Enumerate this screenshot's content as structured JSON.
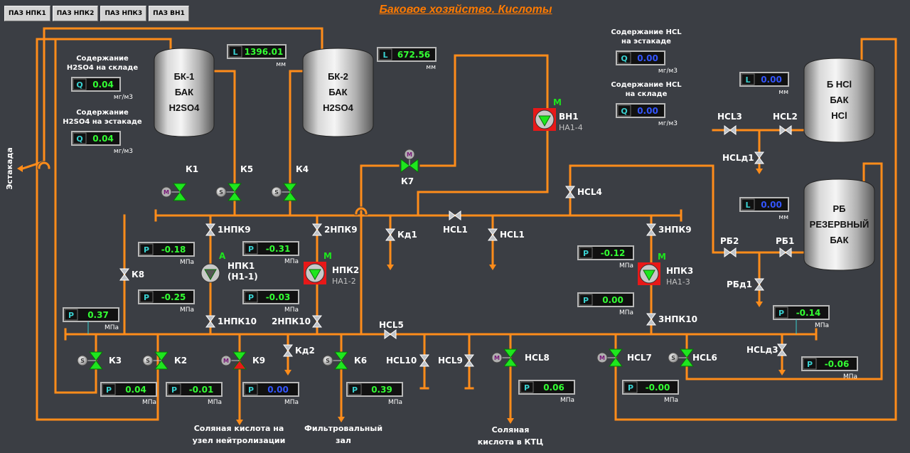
{
  "tabs": [
    "ПАЗ НПК1",
    "ПАЗ НПК2",
    "ПАЗ НПК3",
    "ПАЗ ВН1"
  ],
  "title": "Баковое хозяйство. Кислоты",
  "colors": {
    "pipe": "#ff8c1a",
    "background": "#3b3e44",
    "valve_open": "#1ee61e",
    "valve_closed": "#e81818",
    "valve_idle": "#bfc3c8",
    "pump_alarm": "#e81818",
    "value_green": "#33ff33",
    "value_blue": "#3355ff"
  },
  "tanks": [
    {
      "id": "bk1",
      "lines": [
        "БК-1",
        "БАК",
        "H2SO4"
      ]
    },
    {
      "id": "bk2",
      "lines": [
        "БК-2",
        "БАК",
        "H2SO4"
      ]
    },
    {
      "id": "bhcl",
      "lines": [
        "Б НСl",
        "БАК",
        "НСl"
      ]
    },
    {
      "id": "rb",
      "lines": [
        "РБ",
        "РЕЗЕРВНЫЙ",
        "БАК"
      ]
    }
  ],
  "level_indicators": [
    {
      "id": "lvl_bk1",
      "tag": "L",
      "value": "1396.01",
      "unit": "мм",
      "color": "green"
    },
    {
      "id": "lvl_bk2",
      "tag": "L",
      "value": "672.56",
      "unit": "мм",
      "color": "green"
    },
    {
      "id": "lvl_bhcl",
      "tag": "L",
      "value": "0.00",
      "unit": "мм",
      "color": "blue"
    },
    {
      "id": "lvl_rb",
      "tag": "L",
      "value": "0.00",
      "unit": "мм",
      "color": "blue"
    }
  ],
  "quality_indicators": [
    {
      "id": "q_h2so4_sklad",
      "label": [
        "Содержание",
        "H2SO4 на складе"
      ],
      "tag": "Q",
      "value": "0.04",
      "unit": "мг/м3",
      "color": "green"
    },
    {
      "id": "q_h2so4_estakada",
      "label": [
        "Содержание",
        "H2SO4 на эстакаде"
      ],
      "tag": "Q",
      "value": "0.04",
      "unit": "мг/м3",
      "color": "green"
    },
    {
      "id": "q_hcl_estakada",
      "label": [
        "Содержание HCL",
        "на эстакаде"
      ],
      "tag": "Q",
      "value": "0.00",
      "unit": "мг/м3",
      "color": "blue"
    },
    {
      "id": "q_hcl_sklad",
      "label": [
        "Содержание HCL",
        "на складе"
      ],
      "tag": "Q",
      "value": "0.00",
      "unit": "мг/м3",
      "color": "blue"
    }
  ],
  "pressure_indicators": [
    {
      "id": "p_npk1_in",
      "tag": "P",
      "value": "-0.18",
      "unit": "МПа",
      "color": "green"
    },
    {
      "id": "p_npk1_out",
      "tag": "P",
      "value": "-0.25",
      "unit": "МПа",
      "color": "green"
    },
    {
      "id": "p_npk2_in",
      "tag": "P",
      "value": "-0.31",
      "unit": "МПа",
      "color": "green"
    },
    {
      "id": "p_npk2_out",
      "tag": "P",
      "value": "-0.03",
      "unit": "МПа",
      "color": "green"
    },
    {
      "id": "p_npk3_in",
      "tag": "P",
      "value": "-0.12",
      "unit": "МПа",
      "color": "green"
    },
    {
      "id": "p_npk3_out",
      "tag": "P",
      "value": "0.00",
      "unit": "МПа",
      "color": "green"
    },
    {
      "id": "p_header",
      "tag": "P",
      "value": "0.37",
      "unit": "МПа",
      "color": "green"
    },
    {
      "id": "p_k3",
      "tag": "P",
      "value": "0.04",
      "unit": "МПа",
      "color": "green"
    },
    {
      "id": "p_k2",
      "tag": "P",
      "value": "-0.01",
      "unit": "МПа",
      "color": "green"
    },
    {
      "id": "p_k9",
      "tag": "P",
      "value": "0.00",
      "unit": "МПа",
      "color": "blue"
    },
    {
      "id": "p_k6",
      "tag": "P",
      "value": "0.39",
      "unit": "МПа",
      "color": "green"
    },
    {
      "id": "p_hcl8",
      "tag": "P",
      "value": "0.06",
      "unit": "МПа",
      "color": "green"
    },
    {
      "id": "p_hcl7",
      "tag": "P",
      "value": "-0.00",
      "unit": "МПа",
      "color": "green"
    },
    {
      "id": "p_hcl_right",
      "tag": "P",
      "value": "-0.14",
      "unit": "МПа",
      "color": "green"
    },
    {
      "id": "p_hcl6",
      "tag": "P",
      "value": "-0.06",
      "unit": "МПа",
      "color": "green"
    }
  ],
  "valves": [
    {
      "id": "k1",
      "label": "К1",
      "state": "open",
      "actuator": "M"
    },
    {
      "id": "k5",
      "label": "К5",
      "state": "open",
      "actuator": "S"
    },
    {
      "id": "k4",
      "label": "К4",
      "state": "open",
      "actuator": "S"
    },
    {
      "id": "k7",
      "label": "К7",
      "state": "open",
      "actuator": "M"
    },
    {
      "id": "k8",
      "label": "К8",
      "state": "idle",
      "actuator": ""
    },
    {
      "id": "k3",
      "label": "К3",
      "state": "open",
      "actuator": "S"
    },
    {
      "id": "k2",
      "label": "К2",
      "state": "open",
      "actuator": "S"
    },
    {
      "id": "k9",
      "label": "К9",
      "state": "mixed",
      "actuator": "M"
    },
    {
      "id": "kd2",
      "label": "Кд2",
      "state": "idle",
      "actuator": ""
    },
    {
      "id": "k6",
      "label": "К6",
      "state": "open",
      "actuator": "S"
    },
    {
      "id": "hcl10",
      "label": "НСL10",
      "state": "idle",
      "actuator": ""
    },
    {
      "id": "hcl9",
      "label": "НСL9",
      "state": "idle",
      "actuator": ""
    },
    {
      "id": "hcl8",
      "label": "НСL8",
      "state": "open",
      "actuator": "M"
    },
    {
      "id": "hcl7",
      "label": "НСL7",
      "state": "open",
      "actuator": "M"
    },
    {
      "id": "hcl6",
      "label": "НСL6",
      "state": "open",
      "actuator": "S"
    },
    {
      "id": "hcld3",
      "label": "НСLд3",
      "state": "idle",
      "actuator": ""
    },
    {
      "id": "npk9_1",
      "label": "1НПК9",
      "state": "idle",
      "actuator": ""
    },
    {
      "id": "npk10_1",
      "label": "1НПК10",
      "state": "idle",
      "actuator": ""
    },
    {
      "id": "npk9_2",
      "label": "2НПК9",
      "state": "idle",
      "actuator": ""
    },
    {
      "id": "npk10_2",
      "label": "2НПК10",
      "state": "idle",
      "actuator": ""
    },
    {
      "id": "npk9_3",
      "label": "3НПК9",
      "state": "idle",
      "actuator": ""
    },
    {
      "id": "npk10_3",
      "label": "3НПК10",
      "state": "idle",
      "actuator": ""
    },
    {
      "id": "kd1",
      "label": "Кд1",
      "state": "idle",
      "actuator": ""
    },
    {
      "id": "hcl1h",
      "label": "НСL1",
      "state": "idle",
      "actuator": ""
    },
    {
      "id": "hcl1v",
      "label": "НСL1",
      "state": "idle",
      "actuator": ""
    },
    {
      "id": "hcl4",
      "label": "НСL4",
      "state": "idle",
      "actuator": ""
    },
    {
      "id": "hcl5",
      "label": "НСL5",
      "state": "idle",
      "actuator": ""
    },
    {
      "id": "hcl3",
      "label": "НСL3",
      "state": "idle",
      "actuator": ""
    },
    {
      "id": "hcl2",
      "label": "НСL2",
      "state": "idle",
      "actuator": ""
    },
    {
      "id": "hcld1",
      "label": "НСLд1",
      "state": "idle",
      "actuator": ""
    },
    {
      "id": "rb2",
      "label": "РБ2",
      "state": "idle",
      "actuator": ""
    },
    {
      "id": "rb1",
      "label": "РБ1",
      "state": "idle",
      "actuator": ""
    },
    {
      "id": "rbd1",
      "label": "РБд1",
      "state": "idle",
      "actuator": ""
    }
  ],
  "pumps": [
    {
      "id": "npk1",
      "lines": [
        "НПК1",
        "(Н1-1)"
      ],
      "sub": "",
      "status_letter": "А",
      "alarm": false
    },
    {
      "id": "npk2",
      "lines": [
        "НПК2"
      ],
      "sub": "НА1-2",
      "status_letter": "М",
      "alarm": true
    },
    {
      "id": "npk3",
      "lines": [
        "НПК3"
      ],
      "sub": "НА1-3",
      "status_letter": "М",
      "alarm": true
    },
    {
      "id": "vn1",
      "lines": [
        "ВН1"
      ],
      "sub": "НА1-4",
      "status_letter": "М",
      "alarm": true
    }
  ],
  "destinations": [
    {
      "id": "dest_neutral",
      "lines": [
        "Соляная кислота на",
        "узел нейтролизации"
      ]
    },
    {
      "id": "dest_filter",
      "lines": [
        "Фильтровальный",
        "зал"
      ]
    },
    {
      "id": "dest_ktc",
      "lines": [
        "Соляная",
        "кислота в КТЦ"
      ]
    }
  ],
  "estakada_label": "Эстакада"
}
